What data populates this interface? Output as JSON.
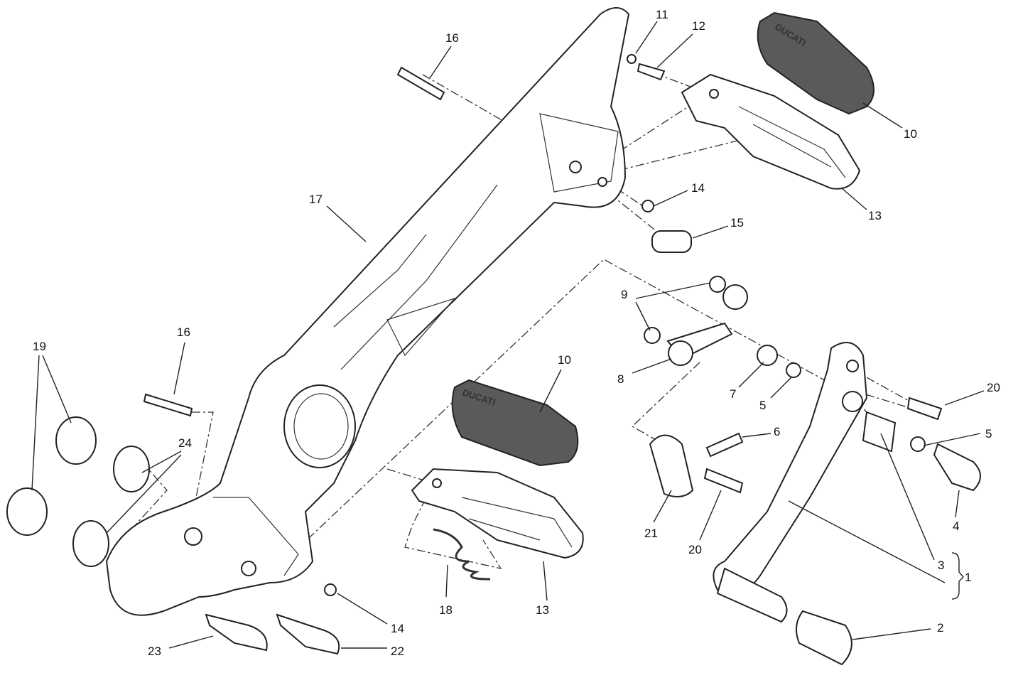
{
  "diagram": {
    "type": "exploded parts diagram",
    "logo_text": "DUCATI",
    "colors": {
      "line": "#222222",
      "rubber": "#5a5a5a",
      "background": "#ffffff"
    },
    "callouts": [
      "16",
      "11",
      "12",
      "10",
      "17",
      "14",
      "15",
      "13",
      "9",
      "8",
      "7",
      "5",
      "20",
      "5",
      "6",
      "4",
      "3",
      "1",
      "21",
      "20",
      "2",
      "10",
      "13",
      "18",
      "16",
      "19",
      "24",
      "14",
      "22",
      "23"
    ]
  }
}
